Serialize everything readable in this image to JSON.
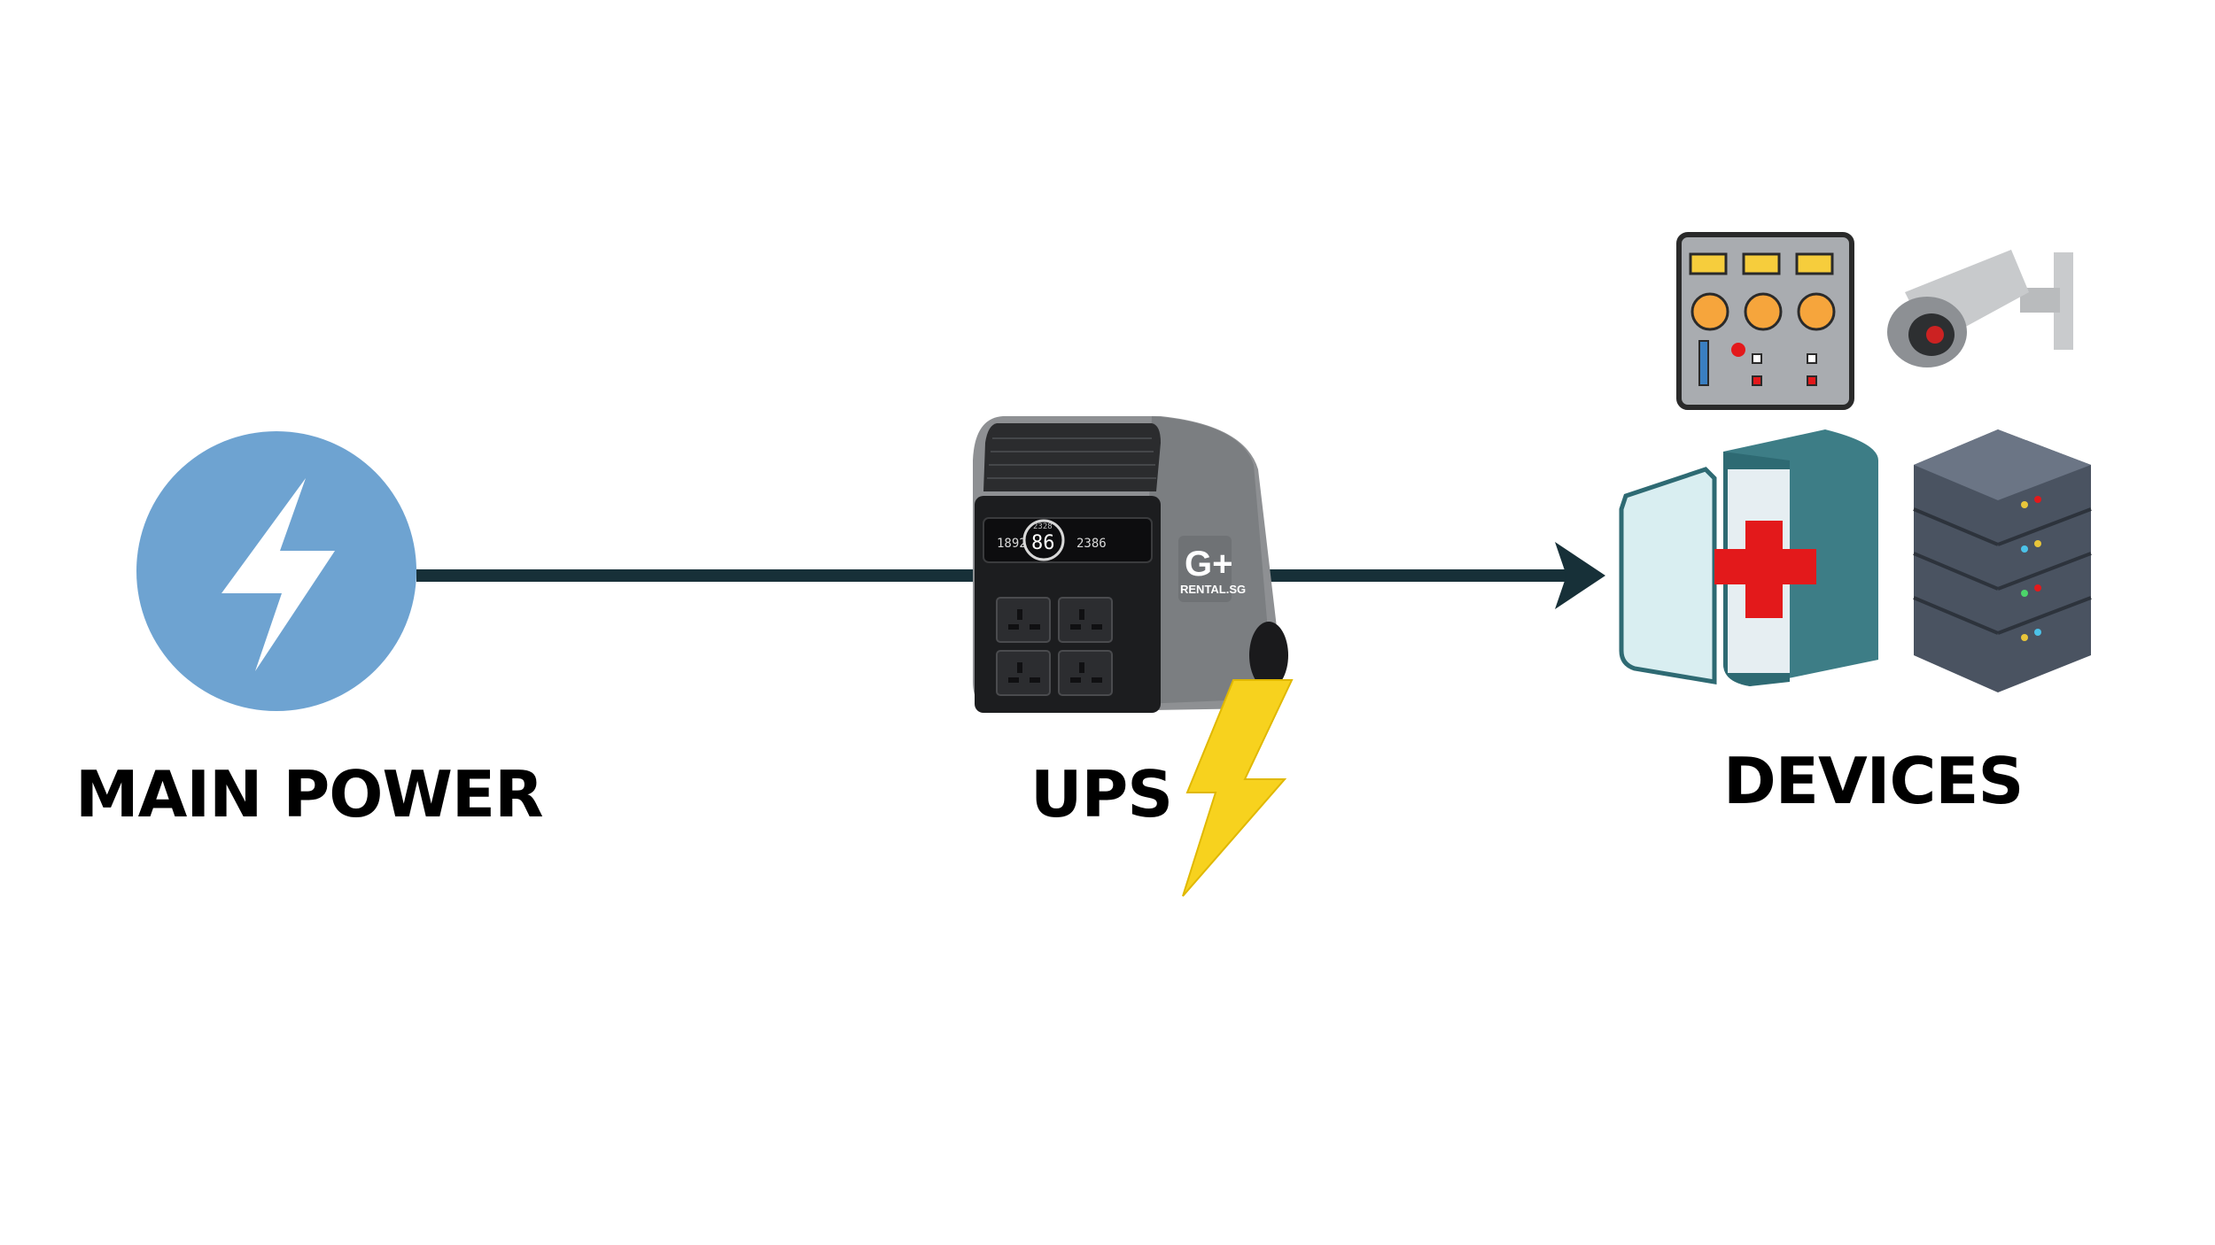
{
  "nodes": {
    "main_power": {
      "label": "MAIN POWER",
      "icon": "lightning-bolt-icon",
      "color": "#6ea3d1"
    },
    "ups": {
      "label": "UPS",
      "icon": "portable-power-station-icon",
      "brand_mark": "G+",
      "brand_text": "RENTAL.SG",
      "display": {
        "left": "1892",
        "center": "86",
        "right": "2386",
        "top": "2328"
      }
    },
    "devices": {
      "label": "DEVICES",
      "items": [
        "control-panel-icon",
        "cctv-camera-icon",
        "medical-fridge-icon",
        "server-rack-icon"
      ]
    }
  },
  "colors": {
    "connector": "#173038",
    "bolt": "#f7d21e",
    "accent_red": "#e3191b"
  }
}
